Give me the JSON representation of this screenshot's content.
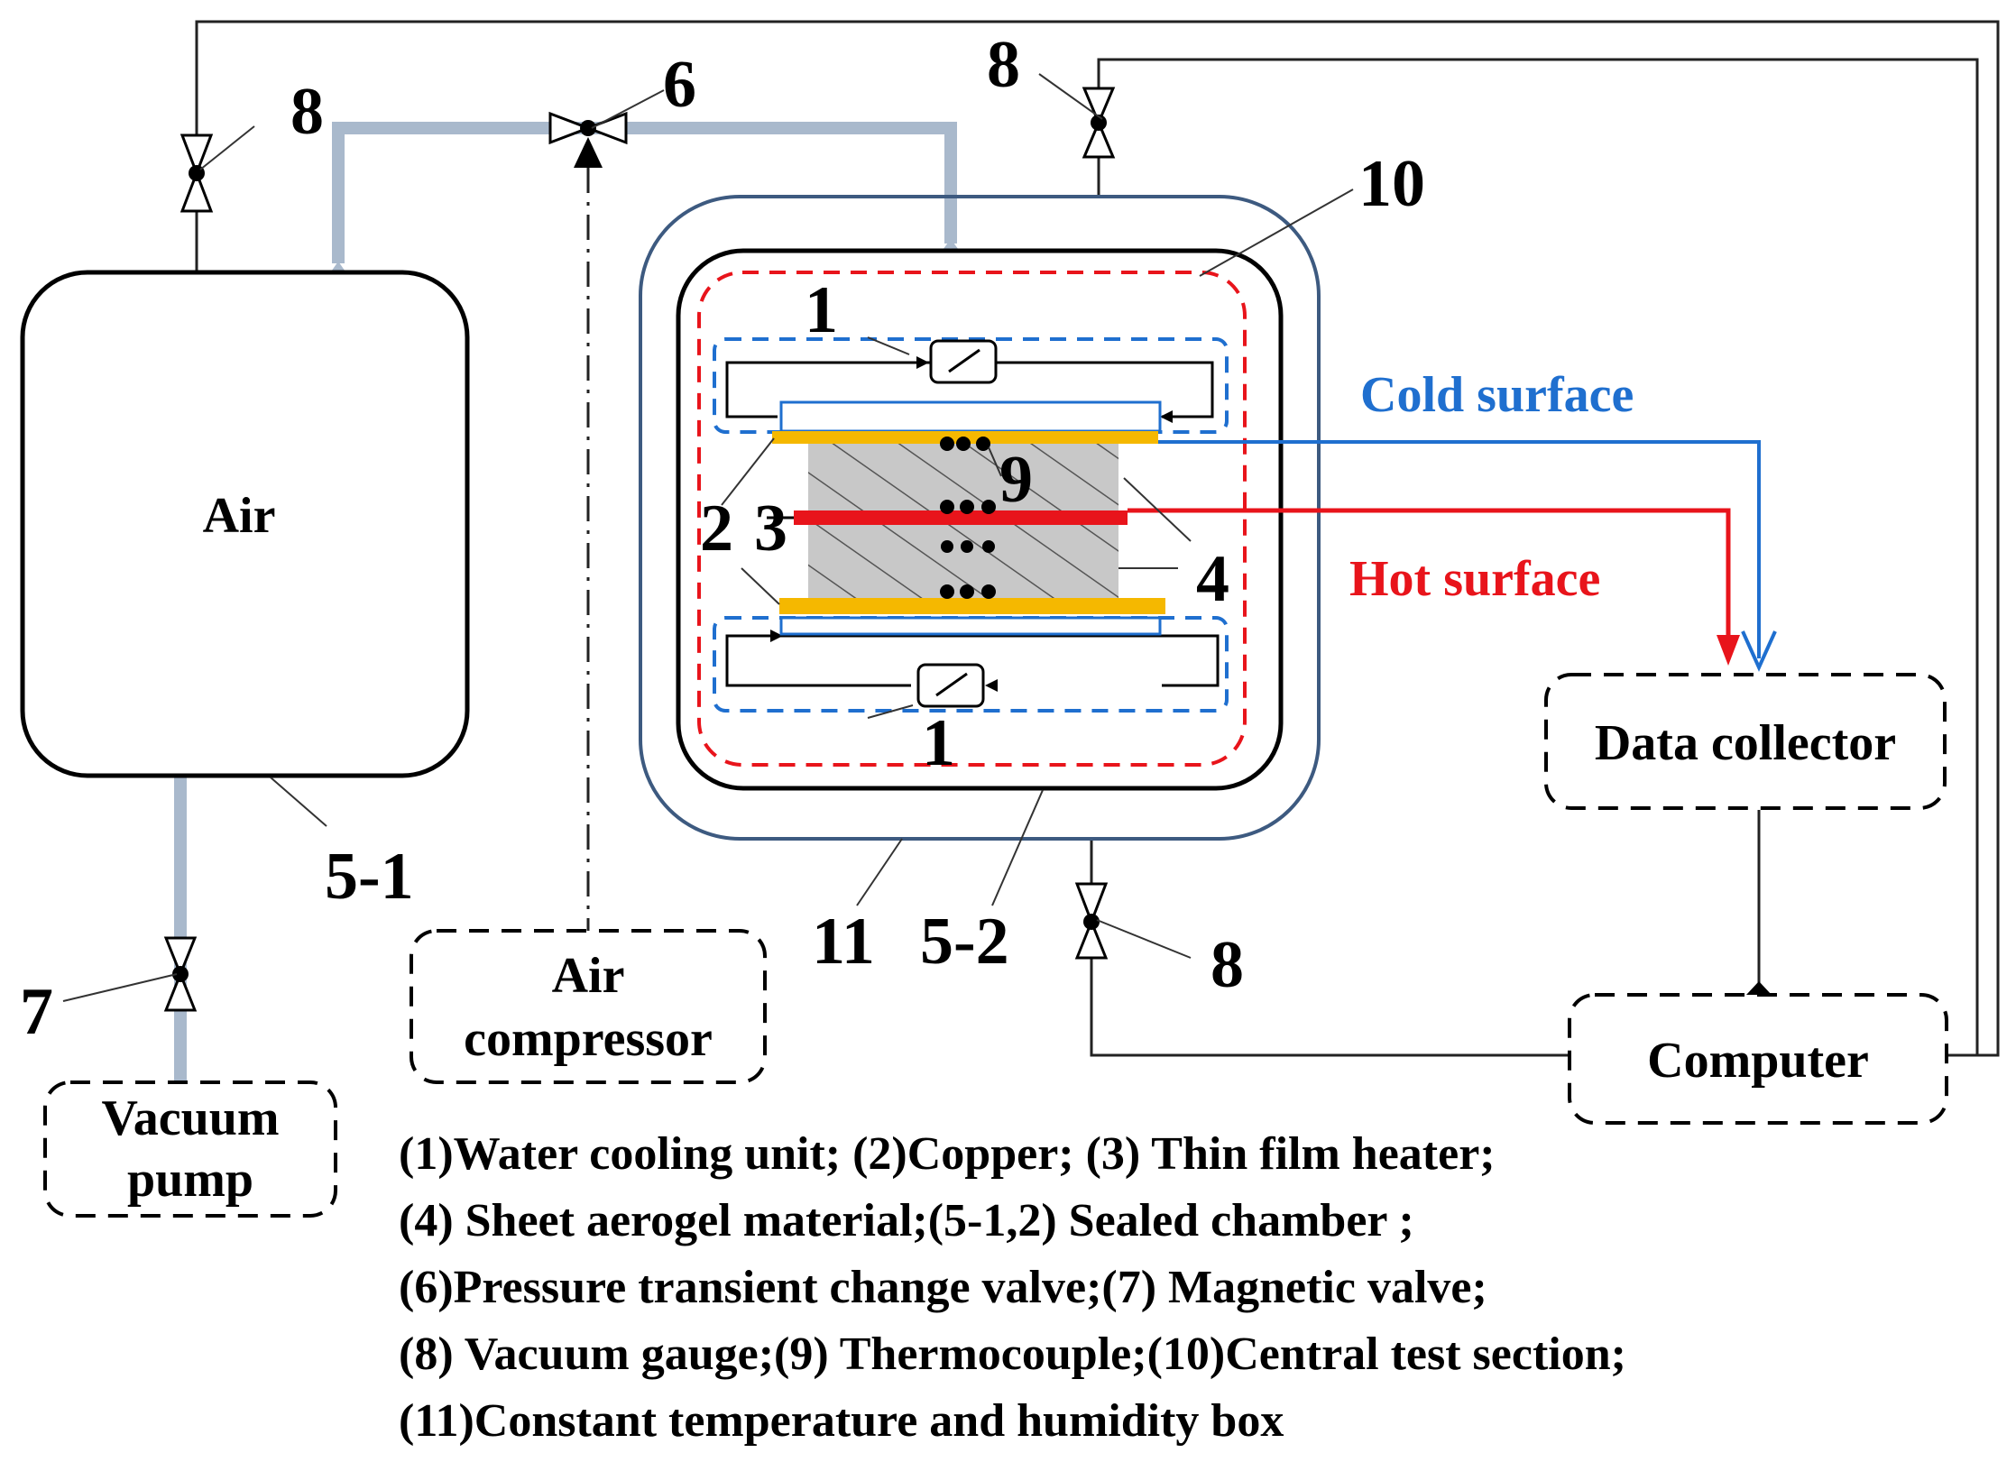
{
  "labels": {
    "air": "Air",
    "cold_surface": "Cold surface",
    "hot_surface": "Hot surface",
    "data_collector": "Data collector",
    "computer": "Computer",
    "air_compressor_line1": "Air",
    "air_compressor_line2": "compressor",
    "vacuum_pump_line1": "Vacuum",
    "vacuum_pump_line2": "pump"
  },
  "callouts": {
    "n1_top": "1",
    "n1_bottom": "1",
    "n2": "2",
    "n3": "3",
    "n4": "4",
    "n5_1": "5-1",
    "n5_2": "5-2",
    "n6": "6",
    "n7": "7",
    "n8_left": "8",
    "n8_top": "8",
    "n8_bottom": "8",
    "n9": "9",
    "n10": "10",
    "n11": "11"
  },
  "legend": [
    "(1)Water cooling unit; (2)Copper; (3) Thin film heater;",
    "(4) Sheet aerogel material;(5-1,2) Sealed chamber ;",
    "(6)Pressure transient change valve;(7) Magnetic valve;",
    "(8) Vacuum gauge;(9) Thermocouple;(10)Central test section;",
    "(11)Constant temperature and humidity box"
  ],
  "colors": {
    "pipe": "#a9b9cc",
    "outer_box": "#3d5a80",
    "central_section": "#e8141b",
    "cooling_unit": "#1f6fcf",
    "copper": "#f5b800",
    "heater": "#e8141b",
    "aerogel": "#c8c8c8",
    "cold_line": "#1f6fcf",
    "hot_line": "#e8141b"
  }
}
